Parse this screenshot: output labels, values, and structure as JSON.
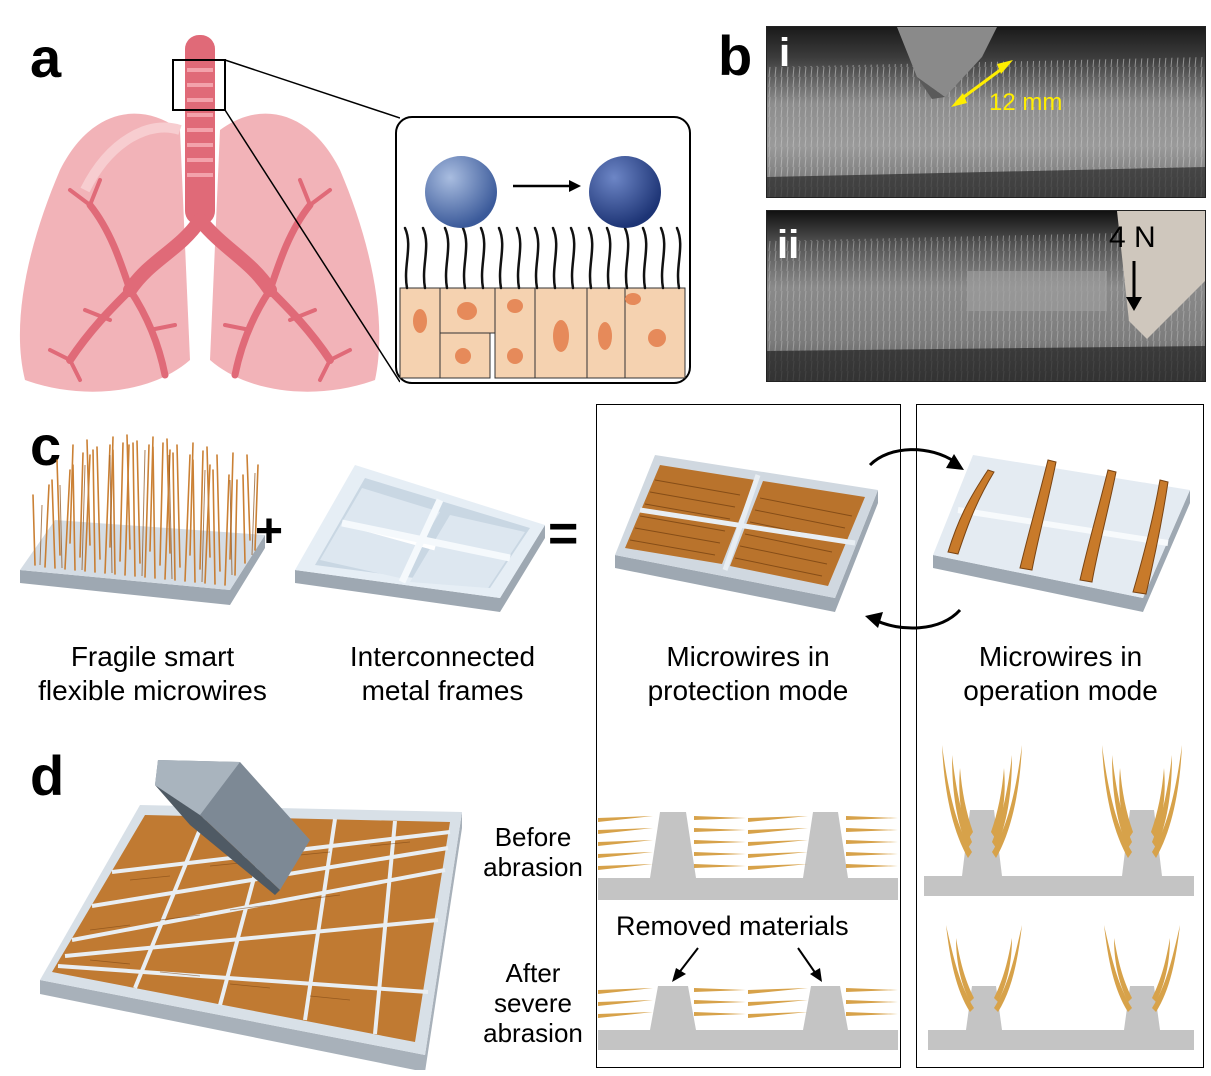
{
  "panels": {
    "a": "a",
    "b": "b",
    "c": "c",
    "d": "d"
  },
  "panel_b": {
    "sub_i": "i",
    "sub_ii": "ii",
    "dimension_label": "12 mm",
    "force_label": "4 N"
  },
  "panel_c": {
    "plus": "+",
    "equals": "=",
    "caption_microwires": "Fragile smart\nflexible microwires",
    "caption_frames": "Interconnected\nmetal frames",
    "caption_protection": "Microwires in\nprotection mode",
    "caption_operation": "Microwires in\noperation mode"
  },
  "panel_d": {
    "before_label": "Before\nabrasion",
    "after_label": "After\nsevere\nabrasion",
    "removed_label": "Removed materials"
  },
  "colors": {
    "wire": "#c87a2a",
    "frame": "#c9d3dc",
    "lung": "#f2b3b8",
    "airway": "#e06a78",
    "cell": "#f5d2b0",
    "nucleus": "#e68a5a",
    "particle": "#3b5a9a",
    "arrow_yellow": "#ffee00",
    "cross_section": "#c4c4c4"
  }
}
